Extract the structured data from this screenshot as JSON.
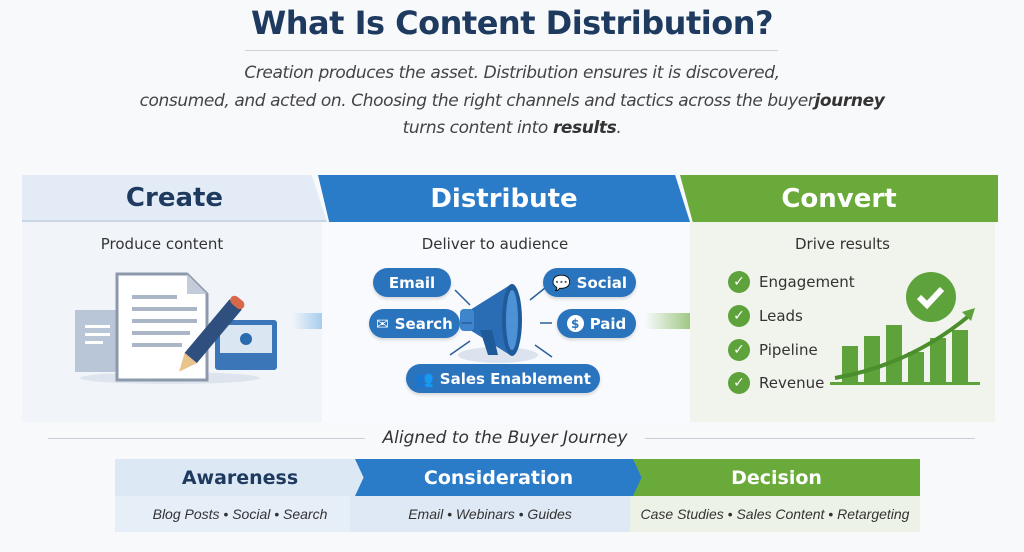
{
  "header": {
    "title": "What Is Content Distribution?",
    "subtitle_line1": "Creation produces the asset. Distribution ensures it is discovered,",
    "subtitle_line2": "consumed, and acted on. Choosing the right channels and tactics across the buyer",
    "subtitle_line2_bold": "journey",
    "subtitle_line3": "turns content into ",
    "subtitle_line3_bold": "results",
    "subtitle_line3_end": "."
  },
  "stages": [
    {
      "title": "Create",
      "tagline": "Produce content",
      "color": "#e3ecf6"
    },
    {
      "title": "Distribute",
      "tagline": "Deliver to audience",
      "color": "#2a7bc8",
      "channels": {
        "email": "Email",
        "search": "Search",
        "social": "Social",
        "paid": "Paid",
        "sales": "Sales Enablement"
      }
    },
    {
      "title": "Convert",
      "tagline": "Drive results",
      "color": "#6aaa3a",
      "outcomes": [
        "Engagement",
        "Leads",
        "Pipeline",
        "Revenue"
      ]
    }
  ],
  "journey": {
    "heading": "Aligned to the Buyer Journey",
    "phases": [
      {
        "name": "Awareness",
        "tactics": "Blog Posts • Social • Search"
      },
      {
        "name": "Consideration",
        "tactics": "Email • Webinars • Guides"
      },
      {
        "name": "Decision",
        "tactics": "Case Studies • Sales Content • Retargeting"
      }
    ]
  }
}
